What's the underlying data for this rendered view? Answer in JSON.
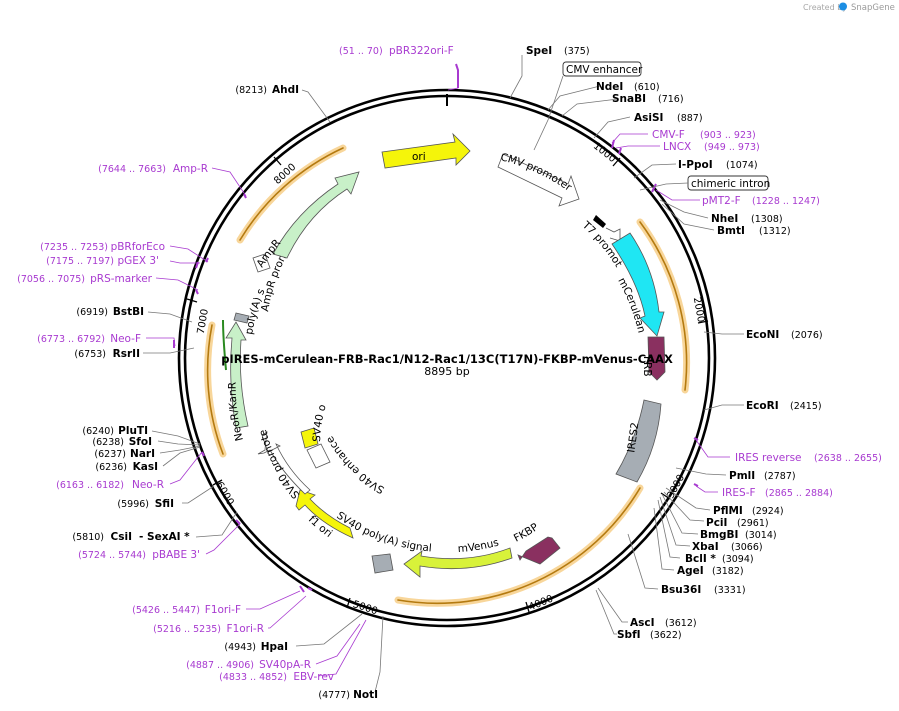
{
  "header": {
    "credit": "Created by",
    "brand": "SnapGene"
  },
  "plasmid": {
    "name": "pIRES-mCerulean-FRB-Rac1/N12-Rac1/13C(T17N)-FKBP-mVenus-CAAX",
    "size_label": "8895 bp",
    "length": 8895
  },
  "colors": {
    "primer": "#a83ad0",
    "ori": "#f5f50a",
    "mcerulean": "#1fe6f3",
    "frb": "#8a3060",
    "ires": "#a6adb4",
    "mvenus": "#d8f23a",
    "amp": "#c8f0c8",
    "orf": "#f0a030"
  },
  "ticks": [
    "1000",
    "2000",
    "3000",
    "4000",
    "5000",
    "6000",
    "7000",
    "8000"
  ],
  "enzymes": [
    {
      "name": "SpeI",
      "pos": "(375)"
    },
    {
      "name": "NdeI",
      "pos": "(610)"
    },
    {
      "name": "SnaBI",
      "pos": "(716)"
    },
    {
      "name": "AsiSI",
      "pos": "(887)"
    },
    {
      "name": "I-PpoI",
      "pos": "(1074)"
    },
    {
      "name": "NheI",
      "pos": "(1308)"
    },
    {
      "name": "BmtI",
      "pos": "(1312)"
    },
    {
      "name": "EcoNI",
      "pos": "(2076)"
    },
    {
      "name": "EcoRI",
      "pos": "(2415)"
    },
    {
      "name": "PmlI",
      "pos": "(2787)"
    },
    {
      "name": "PflMI",
      "pos": "(2924)"
    },
    {
      "name": "PciI",
      "pos": "(2961)"
    },
    {
      "name": "BmgBI",
      "pos": "(3014)"
    },
    {
      "name": "XbaI",
      "pos": "(3066)"
    },
    {
      "name": "BclI *",
      "pos": "(3094)"
    },
    {
      "name": "AgeI",
      "pos": "(3182)"
    },
    {
      "name": "Bsu36I",
      "pos": "(3331)"
    },
    {
      "name": "AscI",
      "pos": "(3612)"
    },
    {
      "name": "SbfI",
      "pos": "(3622)"
    },
    {
      "name": "NotI",
      "pos": "(4777)"
    },
    {
      "name": "HpaI",
      "pos": "(4943)"
    },
    {
      "name": "CsiI",
      "pos": "(5810)"
    },
    {
      "name": "- SexAI *",
      "pos": ""
    },
    {
      "name": "SfiI",
      "pos": "(5996)"
    },
    {
      "name": "KasI",
      "pos": "(6236)"
    },
    {
      "name": "NarI",
      "pos": "(6237)"
    },
    {
      "name": "SfoI",
      "pos": "(6238)"
    },
    {
      "name": "PluTI",
      "pos": "(6240)"
    },
    {
      "name": "RsrII",
      "pos": "(6753)"
    },
    {
      "name": "BstBI",
      "pos": "(6919)"
    },
    {
      "name": "AhdI",
      "pos": "(8213)"
    }
  ],
  "primers": [
    {
      "name": "pBR322ori-F",
      "pos": "(51 .. 70)"
    },
    {
      "name": "CMV-F",
      "pos": "(903 .. 923)"
    },
    {
      "name": "LNCX",
      "pos": "(949 .. 973)"
    },
    {
      "name": "pMT2-F",
      "pos": "(1228 .. 1247)"
    },
    {
      "name": "IRES reverse",
      "pos": "(2638 .. 2655)"
    },
    {
      "name": "IRES-F",
      "pos": "(2865 .. 2884)"
    },
    {
      "name": "SV40pA-R",
      "pos": "(4887 .. 4906)"
    },
    {
      "name": "EBV-rev",
      "pos": "(4833 .. 4852)"
    },
    {
      "name": "F1ori-R",
      "pos": "(5216 .. 5235)"
    },
    {
      "name": "F1ori-F",
      "pos": "(5426 .. 5447)"
    },
    {
      "name": "pBABE 3'",
      "pos": "(5724 .. 5744)"
    },
    {
      "name": "Neo-R",
      "pos": "(6163 .. 6182)"
    },
    {
      "name": "Neo-F",
      "pos": "(6773 .. 6792)"
    },
    {
      "name": "pRS-marker",
      "pos": "(7056 .. 7075)"
    },
    {
      "name": "pGEX 3'",
      "pos": "(7175 .. 7197)"
    },
    {
      "name": "pBRforEco",
      "pos": "(7235 .. 7253)"
    },
    {
      "name": "Amp-R",
      "pos": "(7644 .. 7663)"
    }
  ],
  "boxed_features": [
    "CMV enhancer",
    "chimeric intron"
  ],
  "features": {
    "ori": "ori",
    "cmv_promoter": "CMV promoter",
    "t7_promoter": "T7 promoter",
    "mcerulean": "mCerulean",
    "frb": "FRB",
    "ires2": "IRES2",
    "fkbp": "FKBP",
    "mvenus": "mVenus",
    "sv40_polya": "SV40 poly(A) signal",
    "f1_ori": "f1 ori",
    "sv40_promoter": "SV40 promoter",
    "sv40_ori": "SV40 ori",
    "sv40_enhancer": "SV40 enhancer",
    "neor": "NeoR/KanR",
    "polya_signal": "poly(A) signal",
    "ampr_promoter": "AmpR promoter",
    "ampr": "AmpR"
  }
}
